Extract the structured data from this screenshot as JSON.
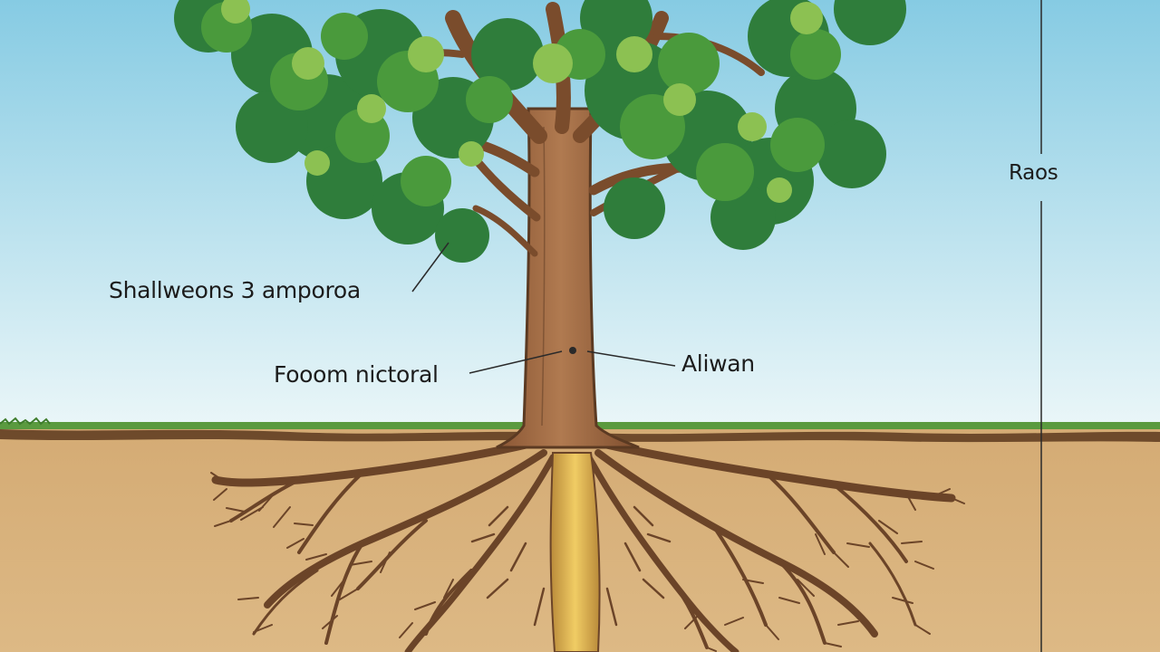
{
  "labels": {
    "shallow": "Shallweons 3 amporoa",
    "foundation": "Fooom nictoral",
    "anchor": "Aliwan",
    "roots": "Raos"
  },
  "colors": {
    "sky_top": "#8fd0e6",
    "sky_bottom": "#e9f5f8",
    "soil": "#d8b27c",
    "soil_dark": "#6e4a2b",
    "grass": "#5a9a3f",
    "trunk": "#a8704a",
    "trunk_dark": "#5b3a22",
    "leaf_dark": "#2f7d3b",
    "leaf_mid": "#4a9a3c",
    "leaf_light": "#8cc152",
    "root": "#6b4428",
    "taproot": "#e0b850",
    "line": "#2a2a2a"
  }
}
